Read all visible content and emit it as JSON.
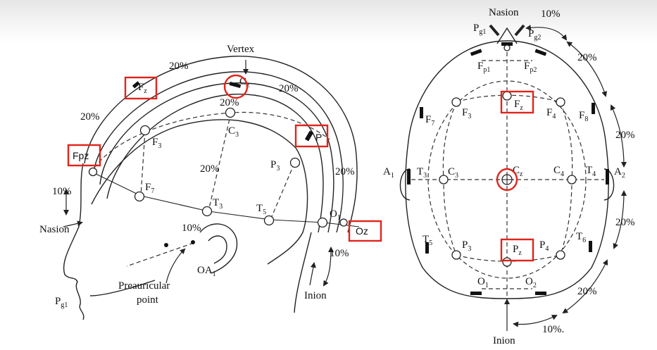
{
  "side_view": {
    "vertex": "Vertex",
    "nasion": "Nasion",
    "inion": "Inion",
    "preauricular_line1": "Preauricular",
    "preauricular_line2": "point",
    "pct_20": "20%",
    "pct_10": "10%",
    "electrodes": {
      "F3": {
        "main": "F",
        "sub": "3"
      },
      "F7": {
        "main": "F",
        "sub": "7"
      },
      "C3": {
        "main": "C",
        "sub": "3"
      },
      "T3": {
        "main": "T",
        "sub": "3"
      },
      "T5": {
        "main": "T",
        "sub": "5"
      },
      "P3": {
        "main": "P",
        "sub": "3"
      },
      "O1": {
        "main": "O",
        "sub": "1"
      },
      "Cz": {
        "main": "C",
        "sub": "z"
      },
      "Fz": {
        "main": "F",
        "sub": "z"
      },
      "Pg1": {
        "main": "P",
        "sub": "g1"
      },
      "OA1": {
        "main": "OA",
        "sub": "1"
      }
    },
    "highlight_labels": {
      "fpz": "Fpz",
      "oz": "Oz",
      "p": "P"
    }
  },
  "top_view": {
    "nasion": "Nasion",
    "inion": "Inion",
    "pct_10": "10%",
    "pct_20": "20%",
    "pct_10_dot": "10%.",
    "electrodes": {
      "Pg1": {
        "main": "P",
        "sub": "g1"
      },
      "Pg2": {
        "main": "P",
        "sub": "g2"
      },
      "Fp1": {
        "main": "F",
        "sub": "p1"
      },
      "Fp2": {
        "main": "F",
        "sub": "p2"
      },
      "F7": {
        "main": "F",
        "sub": "7"
      },
      "F3": {
        "main": "F",
        "sub": "3"
      },
      "Fz": {
        "main": "F",
        "sub": "z"
      },
      "F4": {
        "main": "F",
        "sub": "4"
      },
      "F8": {
        "main": "F",
        "sub": "8"
      },
      "A1": {
        "main": "A",
        "sub": "1"
      },
      "T3": {
        "main": "T",
        "sub": "3"
      },
      "C3": {
        "main": "C",
        "sub": "3"
      },
      "Cz": {
        "main": "C",
        "sub": "z"
      },
      "C4": {
        "main": "C",
        "sub": "4"
      },
      "T4": {
        "main": "T",
        "sub": "4"
      },
      "A2": {
        "main": "A",
        "sub": "2"
      },
      "T5": {
        "main": "T",
        "sub": "5"
      },
      "P3": {
        "main": "P",
        "sub": "3"
      },
      "Pz": {
        "main": "P",
        "sub": "z"
      },
      "P4": {
        "main": "P",
        "sub": "4"
      },
      "T6": {
        "main": "T",
        "sub": "6"
      },
      "O1": {
        "main": "O",
        "sub": "1"
      },
      "O2": {
        "main": "O",
        "sub": "2"
      }
    }
  },
  "colors": {
    "highlight": "#e0241b",
    "ink": "#222222"
  }
}
